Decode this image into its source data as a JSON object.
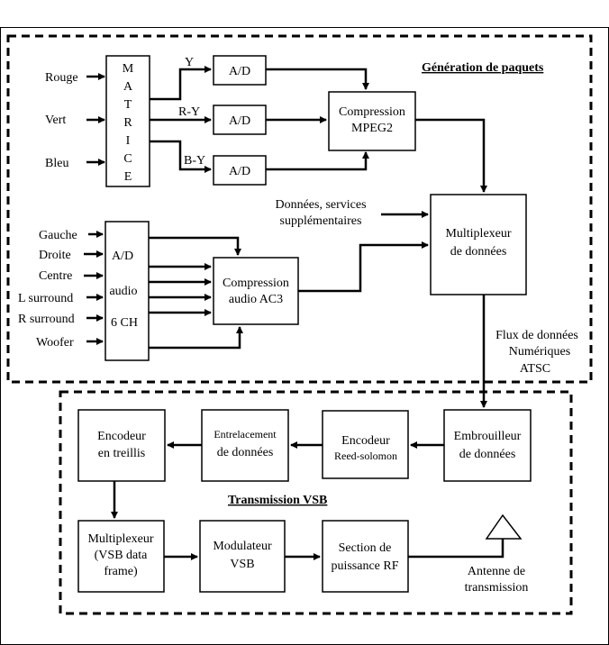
{
  "titles": {
    "generation": "Génération de paquets",
    "transmission": "Transmission VSB"
  },
  "video_inputs": [
    "Rouge",
    "Vert",
    "Bleu"
  ],
  "matrix_letters": [
    "M",
    "A",
    "T",
    "R",
    "I",
    "C",
    "E"
  ],
  "video_signals": [
    "Y",
    "R-Y",
    "B-Y"
  ],
  "ad_label": "A/D",
  "mpeg": [
    "Compression",
    "MPEG2"
  ],
  "extra_data": [
    "Données, services",
    "supplémentaires"
  ],
  "mux": [
    "Multiplexeur",
    "de données"
  ],
  "audio_inputs": [
    "Gauche",
    "Droite",
    "Centre",
    "L surround",
    "R surround",
    "Woofer"
  ],
  "audio_ad": [
    "A/D",
    "audio",
    "6 CH"
  ],
  "ac3": [
    "Compression",
    "audio AC3"
  ],
  "stream": [
    "Flux de données",
    "Numériques",
    "ATSC"
  ],
  "scrambler": [
    "Embrouilleur",
    "de données"
  ],
  "reed": [
    "Encodeur",
    "Reed-solomon"
  ],
  "interleave": [
    "Entrelacement",
    "de données"
  ],
  "trellis": [
    "Encodeur",
    "en treillis"
  ],
  "vsb_mux": [
    "Multiplexeur",
    "(VSB data",
    "frame)"
  ],
  "modulator": [
    "Modulateur",
    "VSB"
  ],
  "rf": [
    "Section de",
    "puissance RF"
  ],
  "antenna": [
    "Antenne de",
    "transmission"
  ]
}
